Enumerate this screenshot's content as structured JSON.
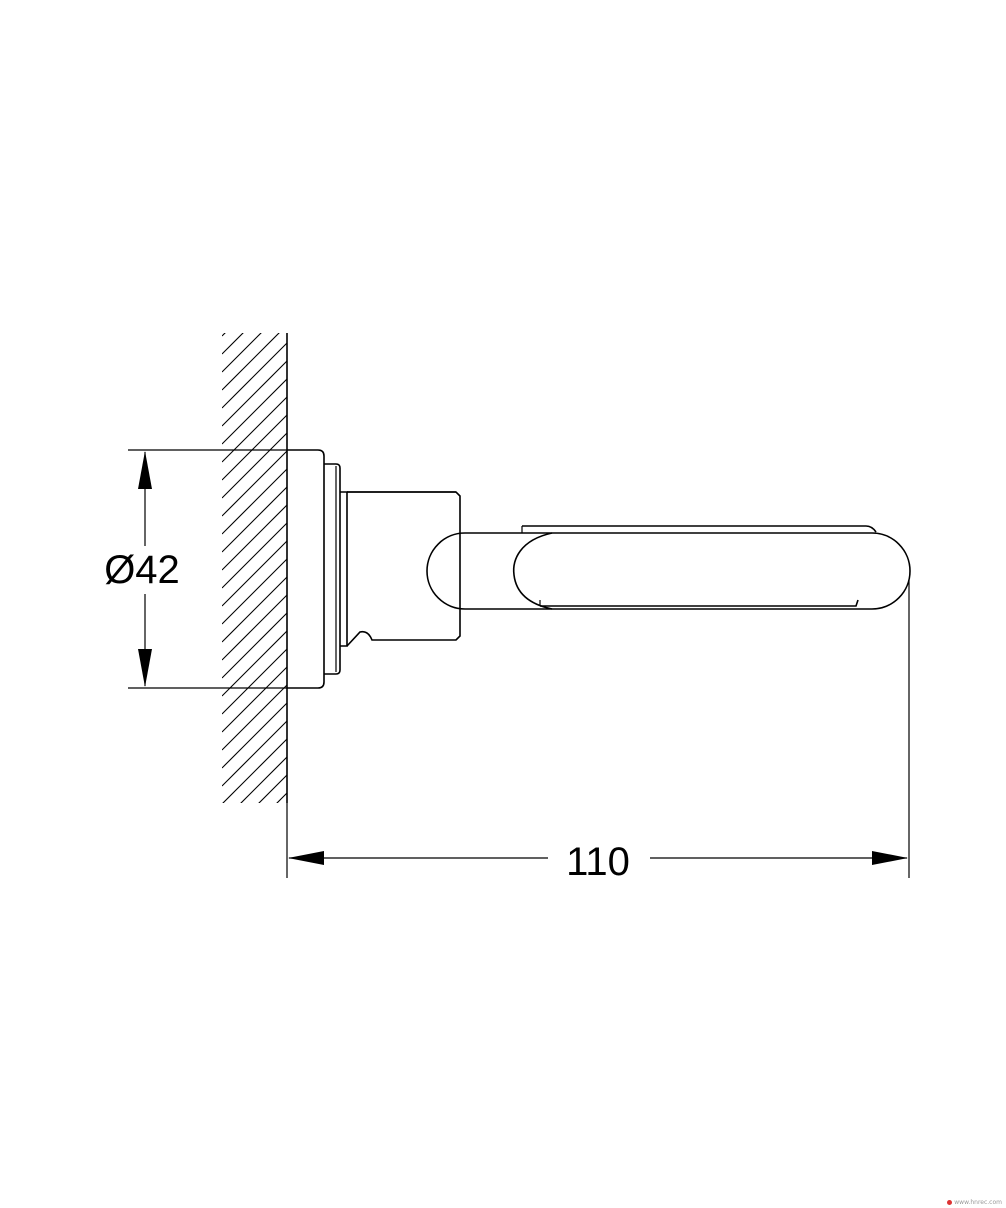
{
  "drawing": {
    "dimensions": {
      "diameter_label": "Ø42",
      "length_label": "110"
    },
    "watermark": {
      "text": "www.hnrec.com"
    }
  }
}
